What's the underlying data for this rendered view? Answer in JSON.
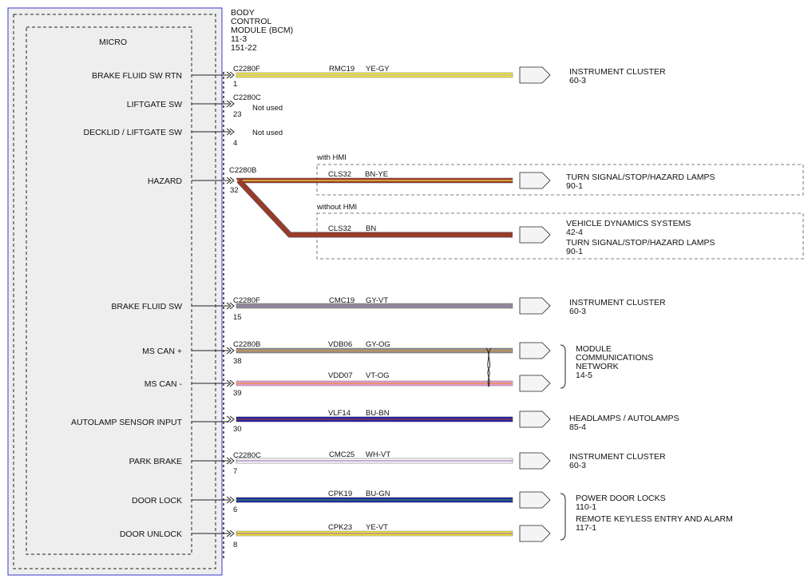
{
  "module": {
    "title_lines": [
      "BODY",
      "CONTROL",
      "MODULE (BCM)",
      "11-3",
      "151-22"
    ],
    "inner_label": "MICRO"
  },
  "circuits": [
    {
      "pin_label": "BRAKE FLUID SW RTN",
      "connector": "C2280F",
      "pin": "1",
      "circuit": "RMC19",
      "color_code": "YE-GY",
      "wire_color": "#f0e23a",
      "stripe": "#bcbcbc",
      "destination": [
        "INSTRUMENT CLUSTER",
        "60-3"
      ]
    },
    {
      "pin_label": "LIFTGATE SW",
      "connector": "C2280C",
      "pin": "23",
      "note": "Not used"
    },
    {
      "pin_label": "DECKLID / LIFTGATE SW",
      "connector": "",
      "pin": "4",
      "note": "Not used"
    },
    {
      "pin_label": "HAZARD",
      "connector": "C2280B",
      "pin": "32",
      "branches": [
        {
          "variant": "with HMI",
          "circuit": "CLS32",
          "color_code": "BN-YE",
          "wire_color": "#9c3a28",
          "stripe": "#f0e23a",
          "destination": [
            "TURN SIGNAL/STOP/HAZARD LAMPS",
            "90-1"
          ]
        },
        {
          "variant": "without HMI",
          "circuit": "CLS32",
          "color_code": "BN",
          "wire_color": "#9c3a28",
          "stripe": "",
          "destination": [
            "VEHICLE DYNAMICS SYSTEMS",
            "42-4",
            "TURN SIGNAL/STOP/HAZARD LAMPS",
            "90-1"
          ]
        }
      ]
    },
    {
      "pin_label": "BRAKE FLUID SW",
      "connector": "C2280F",
      "pin": "15",
      "circuit": "CMC19",
      "color_code": "GY-VT",
      "wire_color": "#8e8e8e",
      "stripe": "#a070b8",
      "destination": [
        "INSTRUMENT CLUSTER",
        "60-3"
      ]
    },
    {
      "pin_label": "MS CAN +",
      "connector": "C2280B",
      "pin": "38",
      "circuit": "VDB06",
      "color_code": "GY-OG",
      "wire_color": "#8e8e8e",
      "stripe": "#e0953a"
    },
    {
      "pin_label": "MS CAN -",
      "connector": "",
      "pin": "39",
      "circuit": "VDD07",
      "color_code": "VT-OG",
      "wire_color": "#e69ad2",
      "stripe": "#e0953a"
    },
    {
      "pin_label": "AUTOLAMP SENSOR INPUT",
      "connector": "",
      "pin": "30",
      "circuit": "VLF14",
      "color_code": "BU-BN",
      "wire_color": "#2424b4",
      "stripe": "#9c3a28",
      "destination": [
        "HEADLAMPS / AUTOLAMPS",
        "85-4"
      ]
    },
    {
      "pin_label": "PARK BRAKE",
      "connector": "C2280C",
      "pin": "7",
      "circuit": "CMC25",
      "color_code": "WH-VT",
      "wire_color": "#ffffff",
      "stripe": "#a070b8",
      "destination": [
        "INSTRUMENT CLUSTER",
        "60-3"
      ]
    },
    {
      "pin_label": "DOOR LOCK",
      "connector": "",
      "pin": "6",
      "circuit": "CPK19",
      "color_code": "BU-GN",
      "wire_color": "#2424b4",
      "stripe": "#2a9a3a"
    },
    {
      "pin_label": "DOOR UNLOCK",
      "connector": "",
      "pin": "8",
      "circuit": "CPK23",
      "color_code": "YE-VT",
      "wire_color": "#f0e23a",
      "stripe": "#a070b8"
    }
  ],
  "groups": {
    "can": [
      "MODULE",
      "COMMUNICATIONS",
      "NETWORK",
      "14-5"
    ],
    "locks": [
      "POWER DOOR LOCKS",
      "110-1",
      "REMOTE KEYLESS ENTRY AND ALARM",
      "117-1"
    ]
  },
  "colors": {
    "module_border": "#3a3ad0",
    "module_fill": "#eeeeee",
    "line": "#222222"
  }
}
